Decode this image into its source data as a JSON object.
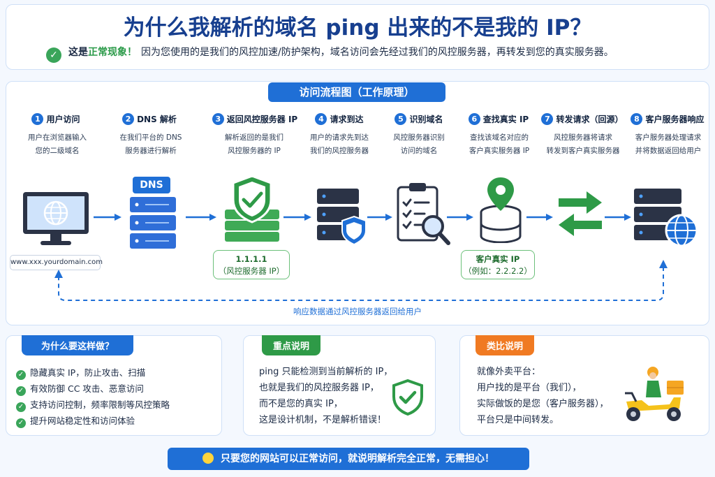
{
  "title": "为什么我解析的域名 ping 出来的不是我的 IP？",
  "subtitle": {
    "prefix": "这是",
    "highlight": "正常现象！",
    "rest": "因为您使用的是我们的风控加速/防护架构，域名访问会先经过我们的风控服务器，再转发到您的真实服务器。"
  },
  "flow": {
    "title": "访问流程图（工作原理）",
    "steps": [
      {
        "num": "1",
        "title": "用户访问",
        "desc": [
          "用户在浏览器输入",
          "您的二级域名"
        ]
      },
      {
        "num": "2",
        "title": "DNS 解析",
        "desc": [
          "在我们平台的 DNS",
          "服务器进行解析"
        ]
      },
      {
        "num": "3",
        "title": "返回风控服务器 IP",
        "desc": [
          "解析返回的是我们",
          "风控服务器的 IP"
        ]
      },
      {
        "num": "4",
        "title": "请求到达",
        "desc": [
          "用户的请求先到达",
          "我们的风控服务器"
        ]
      },
      {
        "num": "5",
        "title": "识别域名",
        "desc": [
          "风控服务器识别",
          "访问的域名"
        ]
      },
      {
        "num": "6",
        "title": "查找真实 IP",
        "desc": [
          "查找该域名对应的",
          "客户真实服务器 IP"
        ]
      },
      {
        "num": "7",
        "title": "转发请求（回源）",
        "desc": [
          "风控服务器将请求",
          "转发到客户真实服务器"
        ]
      },
      {
        "num": "8",
        "title": "客户服务器响应",
        "desc": [
          "客户服务器处理请求",
          "并将数据返回给用户"
        ]
      }
    ],
    "dns_badge": "DNS",
    "url_label": "www.xxx.yourdomain.com",
    "ip_box1": {
      "line1": "1.1.1.1",
      "line2": "（风控服务器 IP）"
    },
    "ip_box2": {
      "line1": "客户真实 IP",
      "line2": "（例如：2.2.2.2）"
    },
    "return_label": "响应数据通过风控服务器返回给用户"
  },
  "why": {
    "tag": "为什么要这样做？",
    "items": [
      "隐藏真实 IP，防止攻击、扫描",
      "有效防御 CC 攻击、恶意访问",
      "支持访问控制，频率限制等风控策略",
      "提升网站稳定性和访问体验"
    ]
  },
  "key": {
    "tag": "重点说明",
    "lines": [
      "ping 只能检测到当前解析的 IP，",
      "也就是我们的风控服务器 IP，",
      "而不是您的真实 IP，",
      "这是设计机制，不是解析错误！"
    ]
  },
  "analogy": {
    "tag": "类比说明",
    "lines": [
      "就像外卖平台：",
      "用户找的是平台（我们），",
      "实际做饭的是您（客户服务器），",
      "平台只是中间转发。"
    ]
  },
  "footer": "只要您的网站可以正常访问，就说明解析完全正常，无需担心！",
  "colors": {
    "brand": "#1f6fd6",
    "green": "#3aa55a",
    "orange": "#f07a22",
    "title": "#173f8f"
  }
}
